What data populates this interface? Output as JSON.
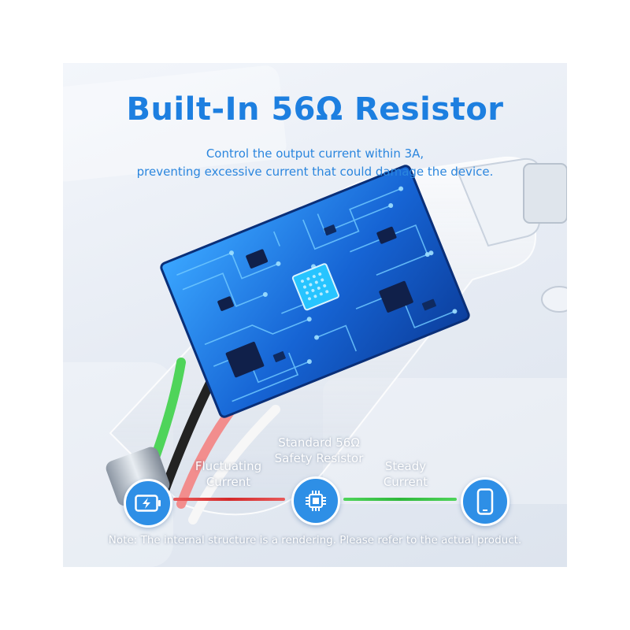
{
  "title": "Built-In 56Ω Resistor",
  "subtitle": {
    "line1": "Control the output current within 3A,",
    "line2": "preventing excessive current that could damage the device."
  },
  "flow": {
    "fluctuating_line1": "Fluctuating",
    "fluctuating_line2": "Current",
    "resistor_line1": "Standard 56Ω",
    "resistor_line2": "Safety Resistor",
    "steady_line1": "Steady",
    "steady_line2": "Current"
  },
  "note": "Note: The internal structure is a rendering. Please refer to the actual product.",
  "icons": [
    "battery-charging-icon",
    "chip-icon",
    "smartphone-icon"
  ],
  "colors": {
    "title_blue": "#1d7fe0",
    "icon_blue": "#2e8fe6",
    "fluctuating_red": "#d42a2a",
    "steady_green": "#2fb83b"
  }
}
